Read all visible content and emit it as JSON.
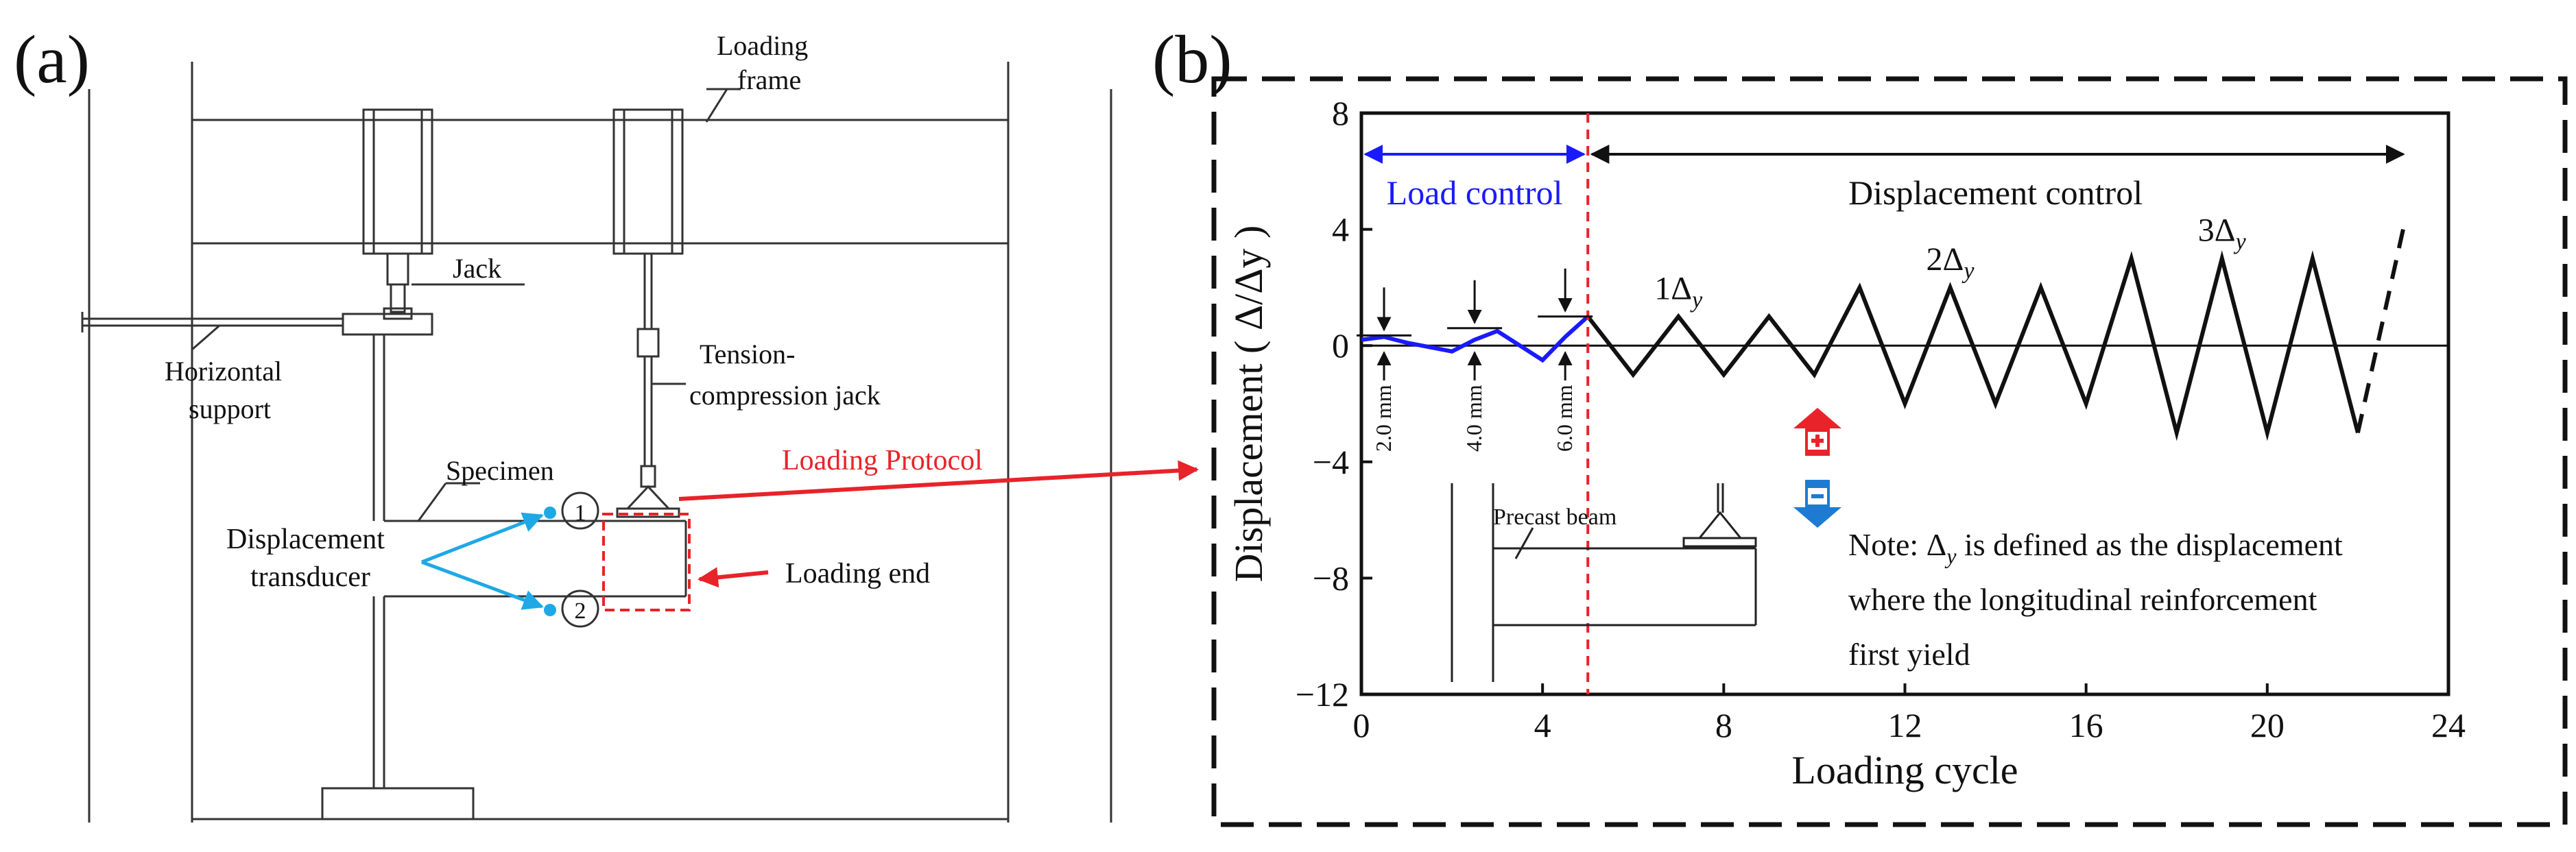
{
  "panel_a": {
    "label": "(a)",
    "labels": {
      "loading_frame_1": "Loading",
      "loading_frame_2": "frame",
      "jack": "Jack",
      "horizontal_support_1": "Horizontal",
      "horizontal_support_2": "support",
      "tension_jack_1": "Tension-",
      "tension_jack_2": "compression jack",
      "specimen": "Specimen",
      "transducer_1": "Displacement",
      "transducer_2": "transducer",
      "loading_end": "Loading end",
      "loading_protocol": "Loading Protocol",
      "sensor_1": "1",
      "sensor_2": "2"
    }
  },
  "panel_b": {
    "label": "(b)",
    "load_control": "Load control",
    "displacement_control": "Displacement control",
    "amp_labels": [
      "1Δ",
      "2Δ",
      "3Δ"
    ],
    "amp_sub": "y",
    "mm_labels": [
      "2.0 mm",
      "4.0 mm",
      "6.0 mm"
    ],
    "inset_label": "Precast beam",
    "note_line1": "Note: Δ",
    "note_line1_sub": "y",
    "note_line1_rest": " is defined as the displacement",
    "note_line2": "where the longitudinal reinforcement",
    "note_line3": "first yield",
    "colors": {
      "blue": "#1a1aff",
      "red": "#e8232a",
      "cyan": "#1fa8e6",
      "push_red": "#e8232a",
      "push_blue": "#1f7bd1"
    }
  },
  "chart_data": {
    "type": "line",
    "title": "",
    "xlabel": "Loading cycle",
    "ylabel": "Displacement ( Δ/Δy )",
    "xlim": [
      0,
      24
    ],
    "ylim": [
      -12,
      8
    ],
    "xticks": [
      0,
      4,
      8,
      12,
      16,
      20,
      24
    ],
    "yticks": [
      -12,
      -8,
      -4,
      0,
      4,
      8
    ],
    "grid": false,
    "series": [
      {
        "x": [
          0,
          0.5,
          1,
          2,
          2.5,
          3,
          4,
          4.5,
          5
        ],
        "y": [
          0.2,
          0.3,
          0.1,
          -0.2,
          0.2,
          0.5,
          -0.5,
          0.3,
          1.0
        ]
      },
      {
        "x": [
          5,
          6,
          7,
          8,
          9,
          10,
          11,
          12,
          13,
          14,
          15,
          16,
          17,
          18,
          19,
          20,
          21,
          22
        ],
        "y": [
          1,
          -1,
          1,
          -1,
          1,
          -1,
          2,
          -2,
          2,
          -2,
          2,
          -2,
          3,
          -3,
          3,
          -3,
          3,
          -3
        ]
      },
      {
        "x": [
          22,
          23
        ],
        "y": [
          -3,
          4
        ]
      }
    ],
    "load_control_end": 5
  }
}
